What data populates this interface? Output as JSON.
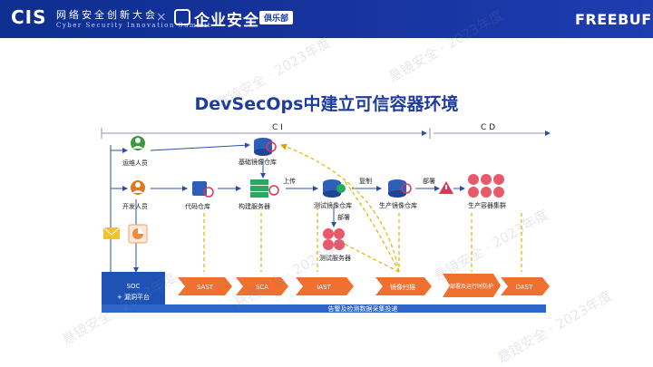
{
  "header": {
    "cis_logo": "CIS",
    "cis_title": "网络安全创新大会",
    "cis_subtitle": "Cyber Security Innovation Summit",
    "separator": "×",
    "partner_name": "企业安全",
    "partner_badge": "俱乐部",
    "freebuf_logo": "FREEBUF"
  },
  "slide": {
    "title": "DevSecOps中建立可信容器环境"
  },
  "diagram": {
    "phases": {
      "ci": "C I",
      "cd": "C D"
    },
    "actors": {
      "ops": "运维人员",
      "dev": "开发人员"
    },
    "nodes": {
      "base_repo": "基础镜像仓库",
      "code_repo": "代码仓库",
      "build_server": "构建服务器",
      "test_image_repo": "测试镜像仓库",
      "prod_image_repo": "生产镜像仓库",
      "prod_cluster": "生产容器集群",
      "test_server": "测试服务器"
    },
    "edge_labels": {
      "upload": "上传",
      "copy": "复制",
      "deploy1": "部署",
      "deploy2": "部署"
    },
    "soc": {
      "line1": "SOC",
      "line2": "+ 漏洞平台"
    },
    "tools": [
      "SAST",
      "SCA",
      "IAST",
      "镜像扫描",
      "部署及运行时防护",
      "DAST"
    ],
    "bus_label": "告警及检测数据采集投递"
  },
  "watermark": "悬镜安全 · 2023年度"
}
